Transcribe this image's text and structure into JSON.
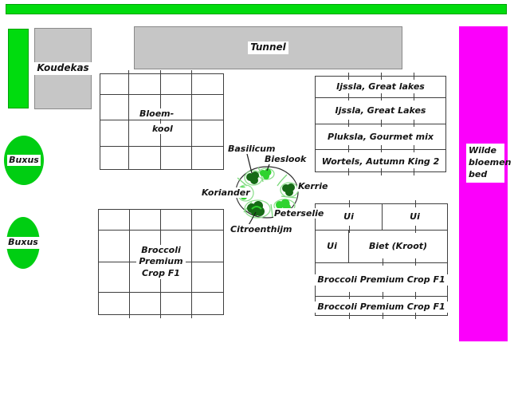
{
  "title": "Garden bed plan",
  "colors": {
    "hedge_green": "#00dc0e",
    "hedge_green_border": "#00a20a",
    "buxus_green": "#00ce12",
    "structure_gray": "#c6c6c6",
    "wilde_bloemen_magenta": "#fb00fb",
    "line_black": "#3f3f3f",
    "herb_bright_green": "#2fd32f",
    "herb_dark_green": "#166b16",
    "herb_segment_green": "#7bd87b"
  },
  "structures": {
    "koudekas": {
      "label": "Koudekas"
    },
    "tunnel": {
      "label": "Tunnel"
    }
  },
  "beds": {
    "bloemkool": {
      "line1": "Bloem-",
      "line2": "kool"
    },
    "topright_rows": [
      {
        "label": "Ijssla, Great lakes"
      },
      {
        "label": "Ijssla, Great Lakes"
      },
      {
        "label": "Pluksla, Gourmet mix"
      },
      {
        "label": "Wortels, Autumn King 2"
      }
    ],
    "broccoli": {
      "label": "Broccoli\nPremium\nCrop F1"
    },
    "bottomright": {
      "row1": {
        "cell1": "Ui",
        "cell2": "Ui"
      },
      "row2": {
        "cell1": "Ui",
        "cell2": "Biet (Kroot)"
      },
      "row3": {
        "label": "Broccoli Premium Crop F1"
      },
      "row4": {
        "label": "Broccoli Premium Crop F1"
      }
    }
  },
  "herb_wheel": {
    "basilicum": "Basilicum",
    "bieslook": "Bieslook",
    "koriander": "Koriander",
    "kerrie": "Kerrie",
    "peterselie": "Peterselie",
    "citroenthijm": "Citroenthijm"
  },
  "hedges": {
    "buxus1": {
      "label": "Buxus"
    },
    "buxus2": {
      "label": "Buxus"
    }
  },
  "wilde_bloemen": {
    "label": "Wilde\nbloemen\nbed"
  }
}
